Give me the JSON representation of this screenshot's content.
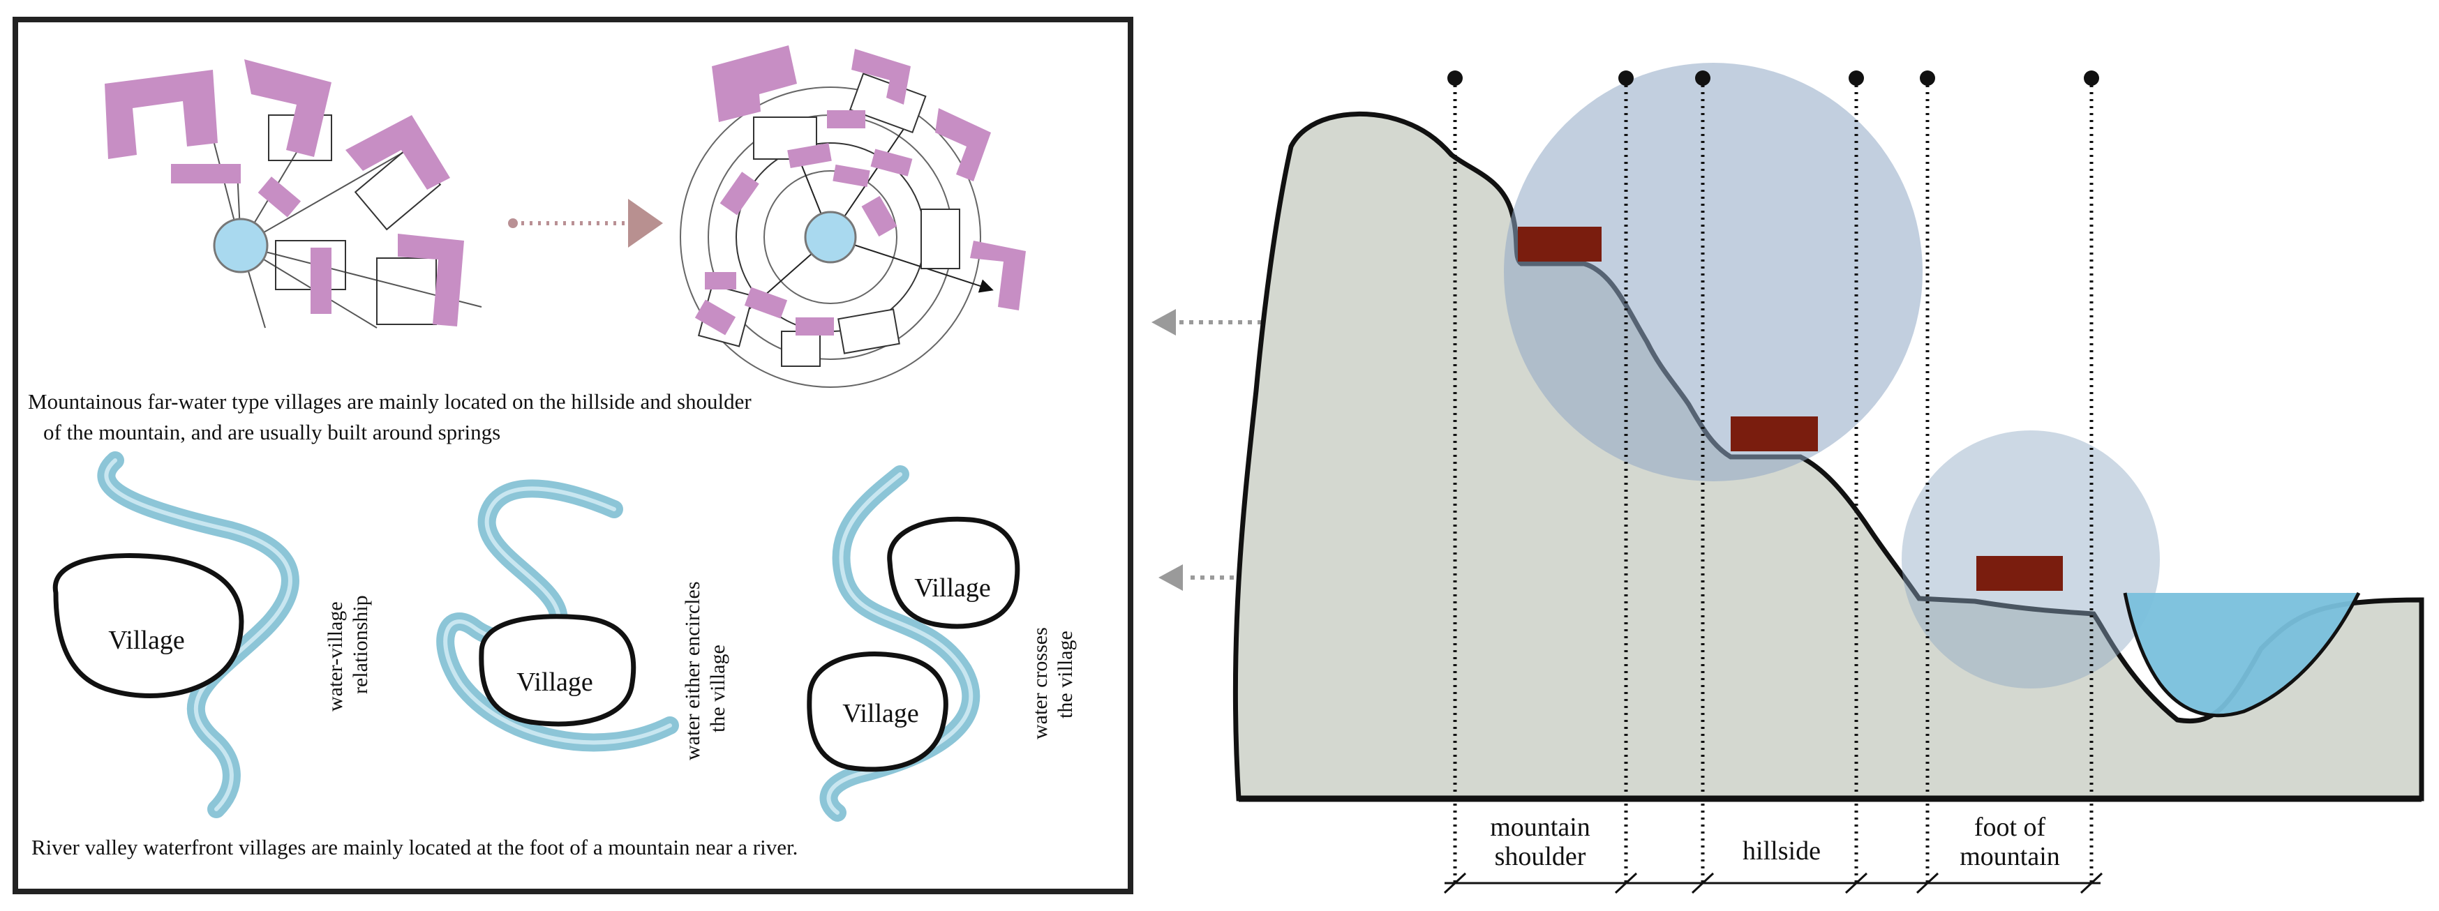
{
  "left_panel": {
    "far_water": {
      "caption_line1": "Mountainous far-water type villages are mainly located on the hillside and shoulder",
      "caption_line2": "of the mountain, and are usually built around springs"
    },
    "river_valley": {
      "village_label": "Village",
      "scheme1": {
        "label_line1": "water-village",
        "label_line2": "relationship"
      },
      "scheme2": {
        "label_line1": "water either encircles",
        "label_line2": "the village"
      },
      "scheme3": {
        "label_line1": "water crosses",
        "label_line2": "the village"
      },
      "caption": "River valley waterfront villages are mainly located at the foot of a mountain near a river."
    }
  },
  "right_panel": {
    "zones": [
      {
        "label_line1": "mountain",
        "label_line2": "shoulder"
      },
      {
        "label_line1": "hillside",
        "label_line2": ""
      },
      {
        "label_line1": "foot of",
        "label_line2": "mountain"
      }
    ]
  },
  "colors": {
    "frame": "#222222",
    "building_purple": "#c78ec4",
    "spring_blue": "#a9d9ef",
    "river_blue": "#7fbfd3",
    "terrain_fill": "#d4d8d0",
    "circle_blue": "#8fa8c4",
    "house_brown": "#7a1d0e",
    "pool_blue": "#79c0dc",
    "arrow_gray": "#9a9a9a",
    "arrow_mauve": "#b99094"
  }
}
